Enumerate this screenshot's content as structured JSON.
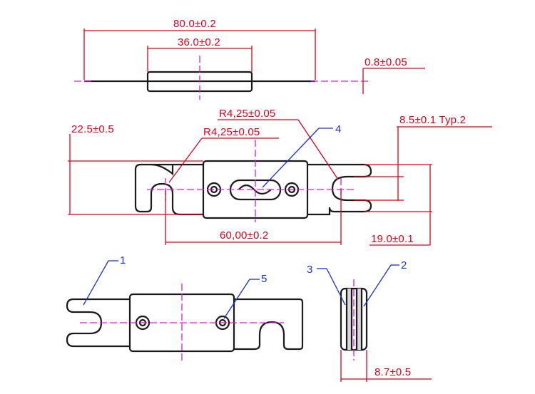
{
  "dimensions": {
    "top_length": "80.0±0.2",
    "top_body_length": "36.0±0.2",
    "top_thickness": "0.8±0.05",
    "radius_upper": "R4,25±0.05",
    "radius_lower": "R4,25±0.05",
    "left_height": "22.5±0.5",
    "slot_width": "8.5±0.1 Typ.2",
    "hole_spacing": "60,00±0.2",
    "tab_width": "19.0±0.1",
    "side_width": "8.7±0.5"
  },
  "callouts": {
    "c1": "1",
    "c2": "2",
    "c3": "3",
    "c4": "4",
    "c5": "5"
  },
  "colors": {
    "dimension": "#e0001a",
    "callout": "#1a2fd0",
    "centerline": "#e01ad8",
    "outline": "#1a1a1a",
    "body_fill": "#d9d9d9"
  }
}
